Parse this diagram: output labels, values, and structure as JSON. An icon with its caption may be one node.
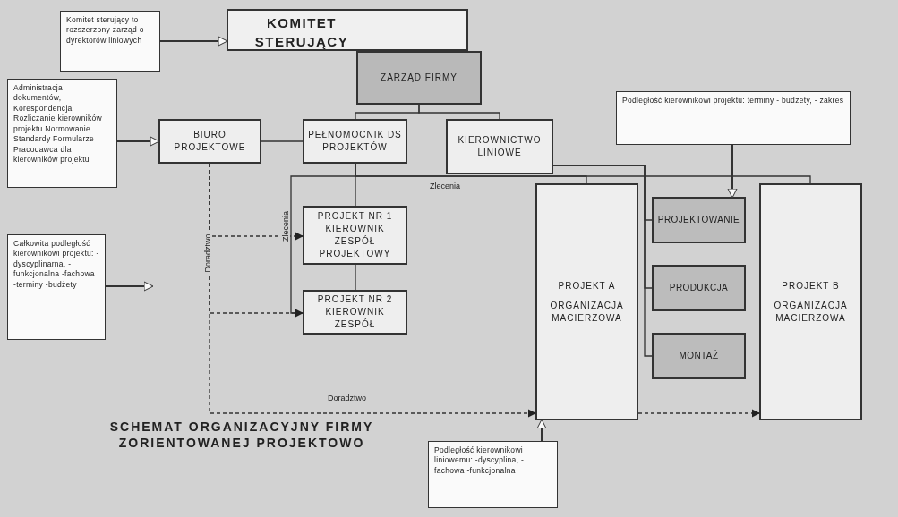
{
  "diagram": {
    "title": "SCHEMAT ORGANIZACYJNY FIRMY ZORIENTOWANEJ PROJEKTOWO",
    "nodes": [
      {
        "text": [
          "Komitet sterujący to rozszerzony zarząd o dyrektorów liniowych"
        ]
      },
      {
        "text": [
          "KOMITET STERUJĄCY"
        ]
      },
      {
        "text": [
          "ZARZĄD FIRMY"
        ]
      },
      {
        "text": [
          "Administracja dokumentów, Korespondencja Rozliczanie kierowników projektu Normowanie Standardy Formularze Pracodawca dla kierowników projektu"
        ]
      },
      {
        "text": [
          "BIURO PROJEKTOWE"
        ]
      },
      {
        "text": [
          "PEŁNOMOCNIK DS PROJEKTÓW"
        ]
      },
      {
        "text": [
          "KIEROWNICTWO LINIOWE"
        ]
      },
      {
        "text": [
          "Całkowita podległość kierownikowi projektu: -dyscyplinarna, -funkcjonalna -fachowa -terminy -budżety"
        ]
      },
      {
        "text": [
          "PROJEKT NR 1 KIEROWNIK ZESPÓŁ PROJEKTOWY"
        ]
      },
      {
        "text": [
          "PROJEKT NR 2 KIEROWNIK ZESPÓŁ"
        ]
      },
      {
        "text": [
          "Podległość kierownikowi projektu: terminy - budżety, - zakres"
        ]
      },
      {
        "text": [
          "PROJEKT A",
          "ORGANIZACJA MACIERZOWA"
        ]
      },
      {
        "text": [
          "PROJEKTOWANIE"
        ]
      },
      {
        "text": [
          "PRODUKCJA"
        ]
      },
      {
        "text": [
          "MONTAŻ"
        ]
      },
      {
        "text": [
          "PROJEKT B",
          "ORGANIZACJA MACIERZOWA"
        ]
      },
      {
        "text": [
          "Podległość kierownikowi liniowemu: -dyscyplina, - fachowa -funkcjonalna"
        ]
      }
    ],
    "edges": [
      {
        "from": 0,
        "to": 1,
        "arrow": "to"
      },
      {
        "from": 3,
        "to": 4,
        "arrow": "to"
      },
      {
        "from": 2,
        "to": 5,
        "arrow": "none"
      },
      {
        "from": 2,
        "to": 6,
        "arrow": "none"
      },
      {
        "from": 4,
        "to": 5,
        "arrow": "none"
      },
      {
        "from": 5,
        "to": 8,
        "arrow": "none"
      },
      {
        "from": 8,
        "to": 9,
        "arrow": "none"
      },
      {
        "from": 5,
        "to": 9,
        "arrow": "none",
        "label": "Zlecenia"
      },
      {
        "from": 5,
        "to": 11,
        "arrow": "none",
        "label": "Zlecenia"
      },
      {
        "from": 5,
        "to": 15,
        "arrow": "none"
      },
      {
        "from": 6,
        "to": 12,
        "arrow": "none"
      },
      {
        "from": 6,
        "to": 13,
        "arrow": "none"
      },
      {
        "from": 6,
        "to": 14,
        "arrow": "none"
      },
      {
        "from": 4,
        "to": 8,
        "arrow": "to",
        "style": "dashed",
        "label": "Doradztwo"
      },
      {
        "from": 4,
        "to": 9,
        "arrow": "to",
        "style": "dashed"
      },
      {
        "from": 4,
        "to": 11,
        "arrow": "to",
        "style": "dashed",
        "label": "Doradztwo"
      },
      {
        "from": 11,
        "to": 15,
        "arrow": "to",
        "style": "dashed"
      },
      {
        "from": 7,
        "to": null,
        "arrow": "to"
      },
      {
        "from": 10,
        "to": 12,
        "arrow": "to"
      },
      {
        "from": 16,
        "to": 11,
        "arrow": "to"
      }
    ]
  }
}
